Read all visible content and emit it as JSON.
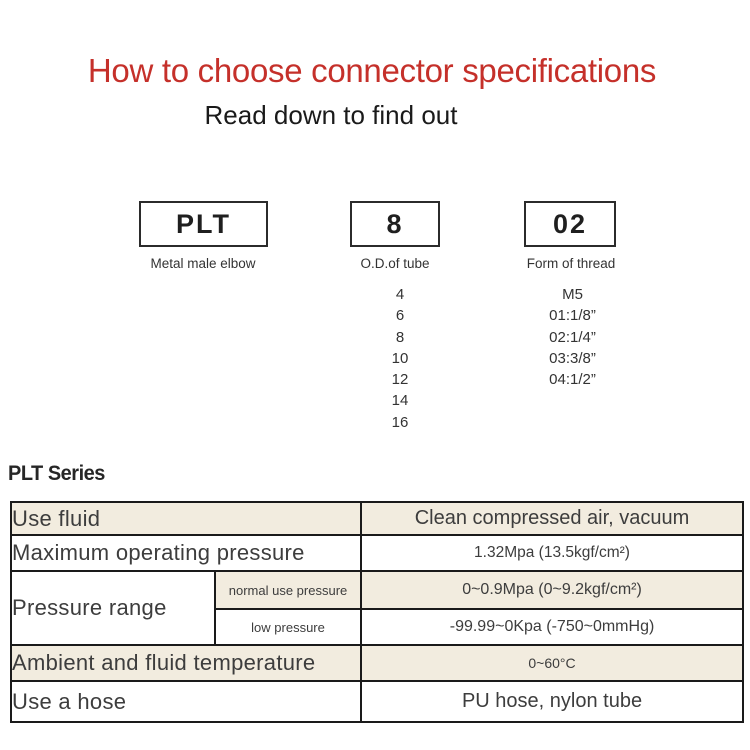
{
  "colors": {
    "title_red": "#c5302a",
    "table_beige": "#f2ecdf",
    "table_border": "#1a1a1a"
  },
  "header": {
    "title": "How to choose connector specifications",
    "subtitle": "Read down to find out"
  },
  "selector": {
    "boxes": [
      {
        "code": "PLT",
        "label": "Metal male elbow"
      },
      {
        "code": "8",
        "label": "O.D.of tube",
        "options": [
          "4",
          "6",
          "8",
          "10",
          "12",
          "14",
          "16"
        ]
      },
      {
        "code": "02",
        "label": "Form of thread",
        "options": [
          "M5",
          "01:1/8”",
          "02:1/4”",
          "03:3/8”",
          "04:1/2”"
        ]
      }
    ]
  },
  "series_heading": "PLT Series",
  "spec_table": {
    "rows": [
      {
        "label": "Use fluid",
        "value": "Clean compressed air, vacuum"
      },
      {
        "label": "Maximum operating pressure",
        "value": "1.32Mpa (13.5kgf/cm²)"
      },
      {
        "label": "Pressure range",
        "sub_rows": [
          {
            "label": "normal use pressure",
            "value": "0~0.9Mpa (0~9.2kgf/cm²)"
          },
          {
            "label": "low pressure",
            "value": "-99.99~0Kpa (-750~0mmHg)"
          }
        ]
      },
      {
        "label": "Ambient and fluid temperature",
        "value": "0~60°C"
      },
      {
        "label": "Use a hose",
        "value": "PU hose, nylon tube"
      }
    ]
  }
}
